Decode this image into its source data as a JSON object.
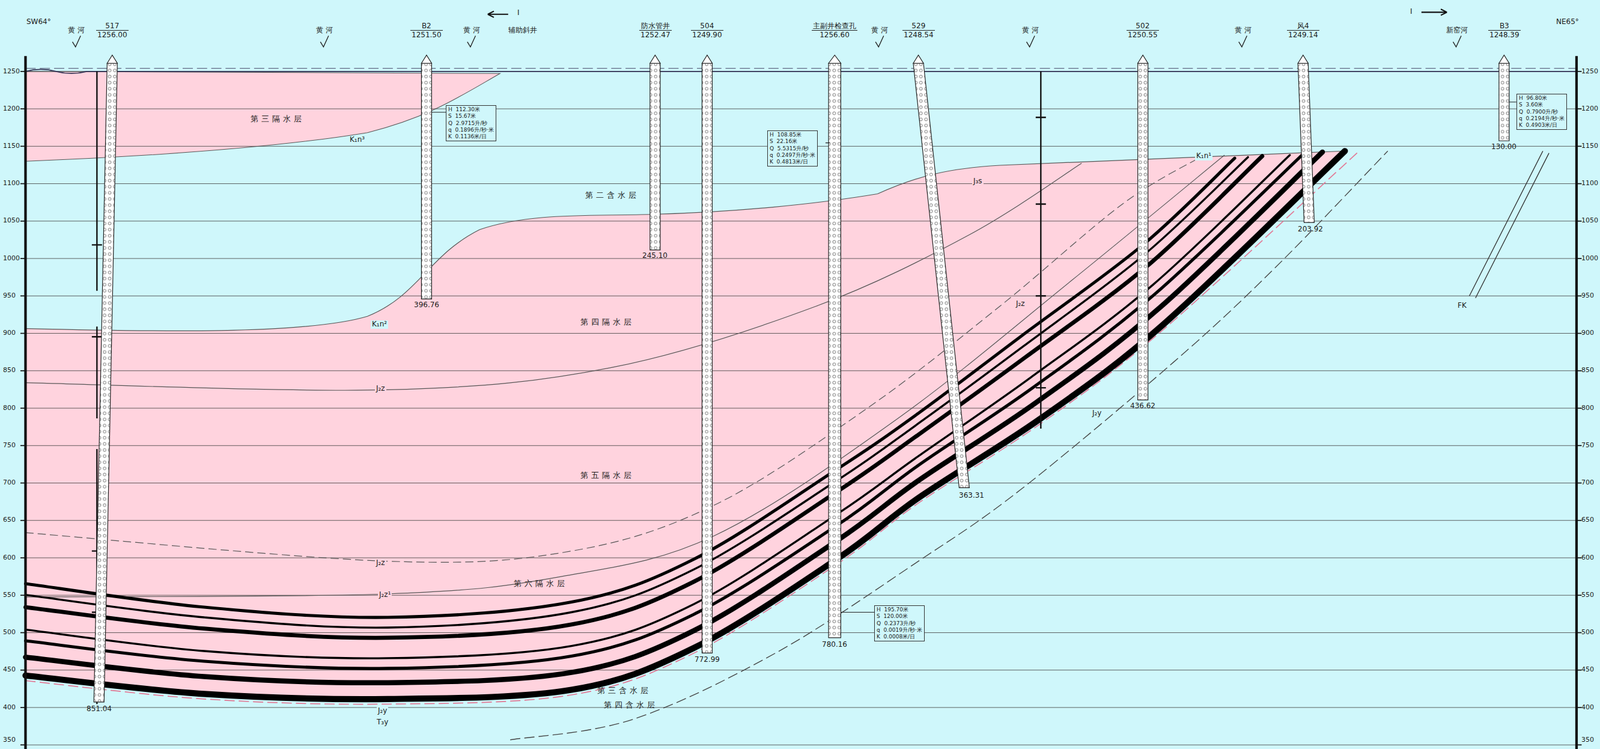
{
  "diagram": {
    "nodes": [
      {
        "text": [
          "517",
          "1256.00"
        ]
      },
      {
        "text": [
          "B2",
          "1251.50"
        ]
      },
      {
        "text": [
          "防水管井",
          "1252.47"
        ]
      },
      {
        "text": [
          "504",
          "1249.90"
        ]
      },
      {
        "text": [
          "主副井检查孔",
          "1256.60"
        ]
      },
      {
        "text": [
          "529",
          "1248.54"
        ]
      },
      {
        "text": [
          "502",
          "1250.55"
        ]
      },
      {
        "text": [
          "风4",
          "1249.14"
        ]
      },
      {
        "text": [
          "B3",
          "1248.39"
        ]
      }
    ],
    "labels": [
      "SW64°",
      "NE65°",
      "Ⅰ",
      "Ⅰ",
      "黄 河",
      "黄 河",
      "黄 河",
      "辅助斜井",
      "黄 河",
      "黄 河",
      "黄 河",
      "新窑河",
      "851.04",
      "396.76",
      "245.10",
      "772.99",
      "780.16",
      "363.31",
      "436.62",
      "203.92",
      "130.00",
      "第三隔水层",
      "第二含水层",
      "第四隔水层",
      "第五隔水层",
      "第六隔水层",
      "第三含水层",
      "第四含水层",
      "K₁n³",
      "K₁n²",
      "K₁n¹",
      "J₃s",
      "J₂z",
      "J₂z",
      "J₂z¹",
      "J₂y",
      "T₃y",
      "J₂z",
      "J₂y",
      "FK",
      "H  112.30米",
      "S  15.67米",
      "Q  2.9715升/秒",
      "q  0.1896升/秒·米",
      "K  0.1136米/日",
      "H  108.85米",
      "S  22.16米",
      "Q  5.5315升/秒",
      "q  0.2497升/秒·米",
      "K  0.4813米/日",
      "H  195.70米",
      "S  120.00米",
      "Q  0.2373升/秒",
      "q  0.0019升/秒·米",
      "K  0.0008米/日",
      "H  96.80米",
      "S  3.60米",
      "Q  0.7900升/秒",
      "q  0.2194升/秒·米",
      "K  0.4903米/日",
      "1250",
      "1200",
      "1150",
      "1100",
      "1050",
      "1000",
      "950",
      "900",
      "850",
      "800",
      "750",
      "700",
      "650",
      "600",
      "550",
      "500",
      "450",
      "400",
      "350",
      "1250",
      "1200",
      "1150",
      "1100",
      "1050",
      "1000",
      "950",
      "900",
      "850",
      "800",
      "750",
      "700",
      "650",
      "600",
      "550",
      "500",
      "450",
      "400",
      "350"
    ]
  }
}
